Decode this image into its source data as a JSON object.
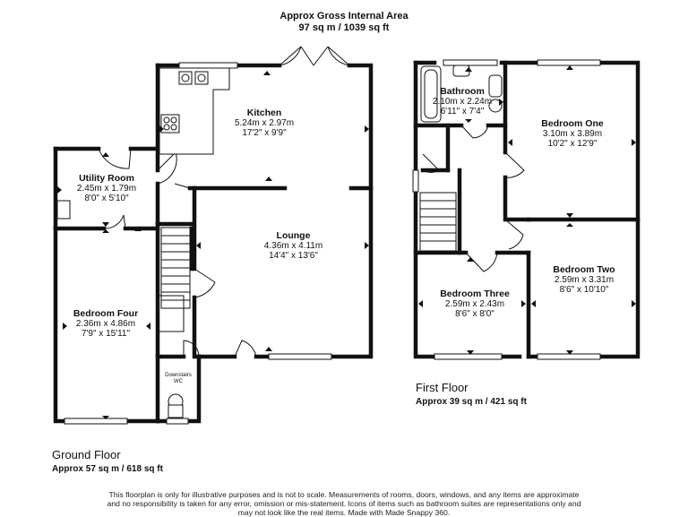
{
  "header": {
    "title": "Approx Gross Internal Area",
    "subtitle": "97 sq m / 1039 sq ft"
  },
  "ground_floor": {
    "name": "Ground Floor",
    "area": "Approx 57 sq m / 618 sq ft",
    "rooms": {
      "kitchen": {
        "name": "Kitchen",
        "metric": "5.24m x 2.97m",
        "imperial": "17'2\" x 9'9\""
      },
      "utility": {
        "name": "Utility Room",
        "metric": "2.45m x 1.79m",
        "imperial": "8'0\" x 5'10\""
      },
      "lounge": {
        "name": "Lounge",
        "metric": "4.36m x 4.11m",
        "imperial": "14'4\" x 13'6\""
      },
      "bedroom4": {
        "name": "Bedroom Four",
        "metric": "2.36m x 4.86m",
        "imperial": "7'9\" x 15'11\""
      },
      "wc": {
        "line1": "Downstairs",
        "line2": "WC"
      }
    }
  },
  "first_floor": {
    "name": "First Floor",
    "area": "Approx 39 sq m / 421 sq ft",
    "rooms": {
      "bathroom": {
        "name": "Bathroom",
        "metric": "2.10m x 2.24m",
        "imperial": "6'11\" x 7'4\""
      },
      "bedroom1": {
        "name": "Bedroom One",
        "metric": "3.10m x 3.89m",
        "imperial": "10'2\" x 12'9\""
      },
      "bedroom3": {
        "name": "Bedroom Three",
        "metric": "2.59m x 2.43m",
        "imperial": "8'6\" x 8'0\""
      },
      "bedroom2": {
        "name": "Bedroom Two",
        "metric": "2.59m x 3.31m",
        "imperial": "8'6\" x 10'10\""
      }
    }
  },
  "disclaimer": {
    "line1": "This floorplan is only for illustrative purposes and is not to scale. Measurements of rooms, doors, windows, and any items are approximate",
    "line2": "and no responsibility is taken for any error, omission or mis-statement. Icons of items such as bathroom suites are representations only and",
    "line3": "may not look like the real items. Made with Made Snappy 360."
  }
}
